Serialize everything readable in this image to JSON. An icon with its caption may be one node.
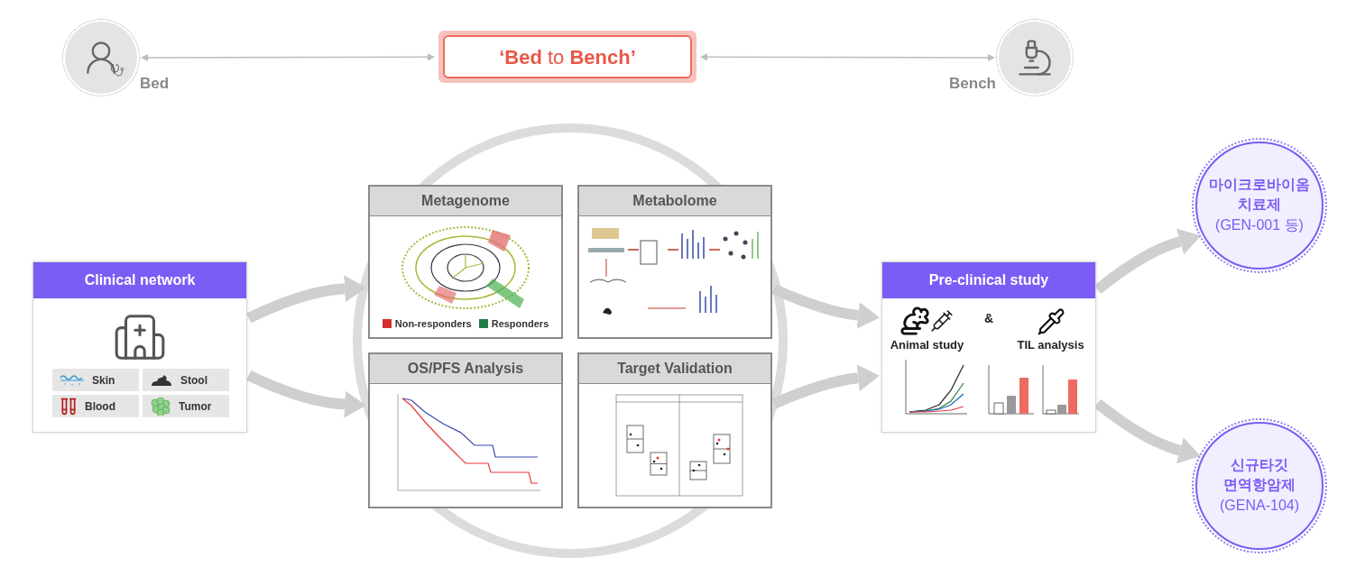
{
  "diagram": {
    "nodes": [
      {
        "text": [
          "Bed"
        ]
      },
      {
        "text": [
          "**‘Bed** to **Bench’**"
        ]
      },
      {
        "text": [
          "Bench"
        ]
      },
      {
        "text": [
          "Clinical network"
        ]
      },
      {
        "text": [
          "Skin"
        ],
        "in": 3
      },
      {
        "text": [
          "Stool"
        ],
        "in": 3
      },
      {
        "text": [
          "Blood"
        ],
        "in": 3
      },
      {
        "text": [
          "Tumor"
        ],
        "in": 3
      },
      {
        "text": [
          "Metagenome"
        ]
      },
      {
        "text": [
          "Metabolome"
        ]
      },
      {
        "text": [
          "OS/PFS Analysis"
        ]
      },
      {
        "text": [
          "Target Validation"
        ]
      },
      {
        "text": [
          "Pre-clinical study",
          "Animal study",
          "&",
          "TIL analysis"
        ]
      },
      {
        "text": [
          "마이크로바이옴 치료제",
          "(GEN-001 등)"
        ]
      },
      {
        "text": [
          "신규타깃 면역항암제",
          "(GENA-104)"
        ]
      }
    ],
    "edges": [
      {
        "from": 0,
        "to": 1,
        "arrow": "both"
      },
      {
        "from": 1,
        "to": 2,
        "arrow": "both"
      },
      {
        "from": 3,
        "to": 8,
        "arrow": "to"
      },
      {
        "from": 3,
        "to": 10,
        "arrow": "to"
      },
      {
        "from": 9,
        "to": 12,
        "arrow": "to"
      },
      {
        "from": 11,
        "to": 12,
        "arrow": "to"
      },
      {
        "from": 12,
        "to": 13,
        "arrow": "to"
      },
      {
        "from": 12,
        "to": 14,
        "arrow": "to"
      }
    ],
    "legend": [
      {
        "text": "Non-responders",
        "color": "#d32f2f"
      },
      {
        "text": "Responders",
        "color": "#1e7f45"
      }
    ]
  }
}
